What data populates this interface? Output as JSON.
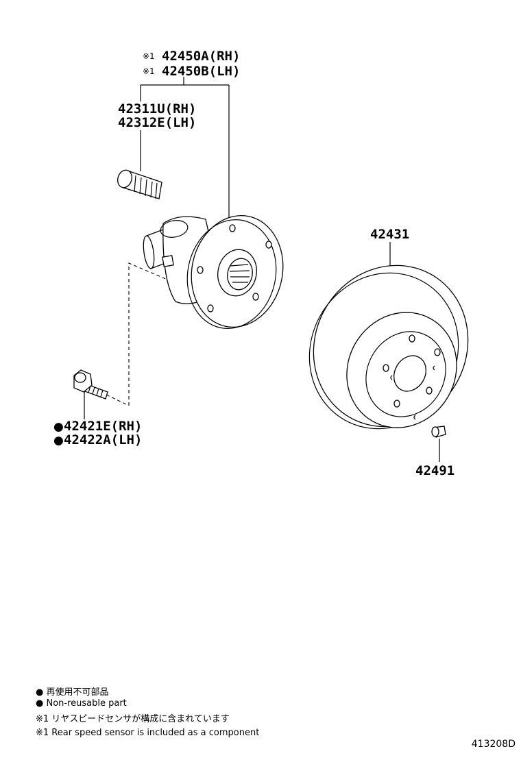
{
  "parts": {
    "hub_rh": {
      "mark": "※1",
      "number": "42450A(RH)"
    },
    "hub_lh": {
      "mark": "※1",
      "number": "42450B(LH)"
    },
    "bolt_stud_rh": "42311U(RH)",
    "bolt_stud_lh": "42312E(LH)",
    "bolt_rh": {
      "mark": "●",
      "number": "42421E(RH)"
    },
    "bolt_lh": {
      "mark": "●",
      "number": "42422A(LH)"
    },
    "disc": "42431",
    "plug": "42491"
  },
  "legend": {
    "nonreusable_ja": "● 再使用不可部品",
    "nonreusable_en": "● Non-reusable part",
    "sensor_ja": "※1 リヤスピードセンサが構成に含まれています",
    "sensor_en": "※1 Rear speed sensor is included as a component"
  },
  "diagram_code": "413208D"
}
